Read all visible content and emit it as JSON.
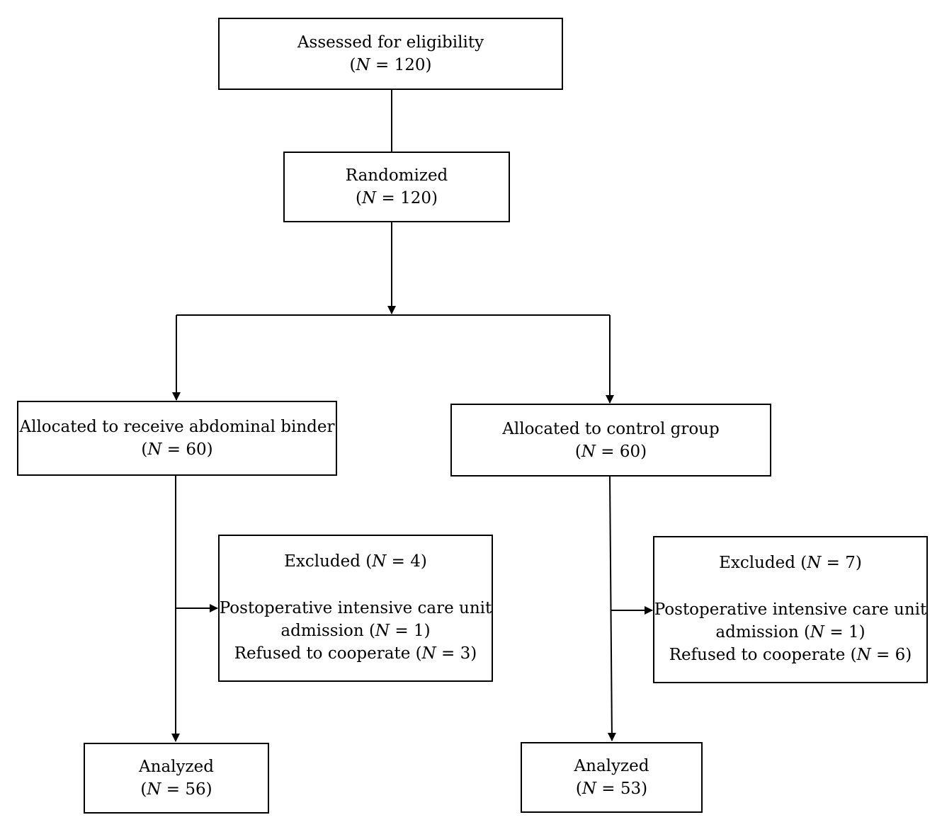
{
  "assessed": {
    "title": "Assessed for eligibility",
    "count": "120"
  },
  "randomized": {
    "title": "Randomized",
    "count": "120"
  },
  "allocated_binder": {
    "title": "Allocated to receive abdominal binder",
    "count": "60"
  },
  "allocated_control": {
    "title": "Allocated to control group",
    "count": "60"
  },
  "excluded_binder": {
    "title_prefix": "Excluded (",
    "count": "4",
    "reason_1_line_1": "Postoperative intensive care unit",
    "reason_1_line_2_prefix": "admission (",
    "reason_1_count": "1",
    "reason_2_prefix": "Refused to cooperate (",
    "reason_2_count": "3"
  },
  "excluded_control": {
    "title_prefix": "Excluded (",
    "count": "7",
    "reason_1_line_1": "Postoperative intensive care unit",
    "reason_1_line_2_prefix": "admission (",
    "reason_1_count": "1",
    "reason_2_prefix": "Refused to cooperate (",
    "reason_2_count": "6"
  },
  "analyzed_binder": {
    "title": "Analyzed",
    "count": "56"
  },
  "analyzed_control": {
    "title": "Analyzed",
    "count": "53"
  },
  "symbols": {
    "n": "N",
    "equals": " = ",
    "open_paren": "(",
    "close_paren": ")"
  }
}
